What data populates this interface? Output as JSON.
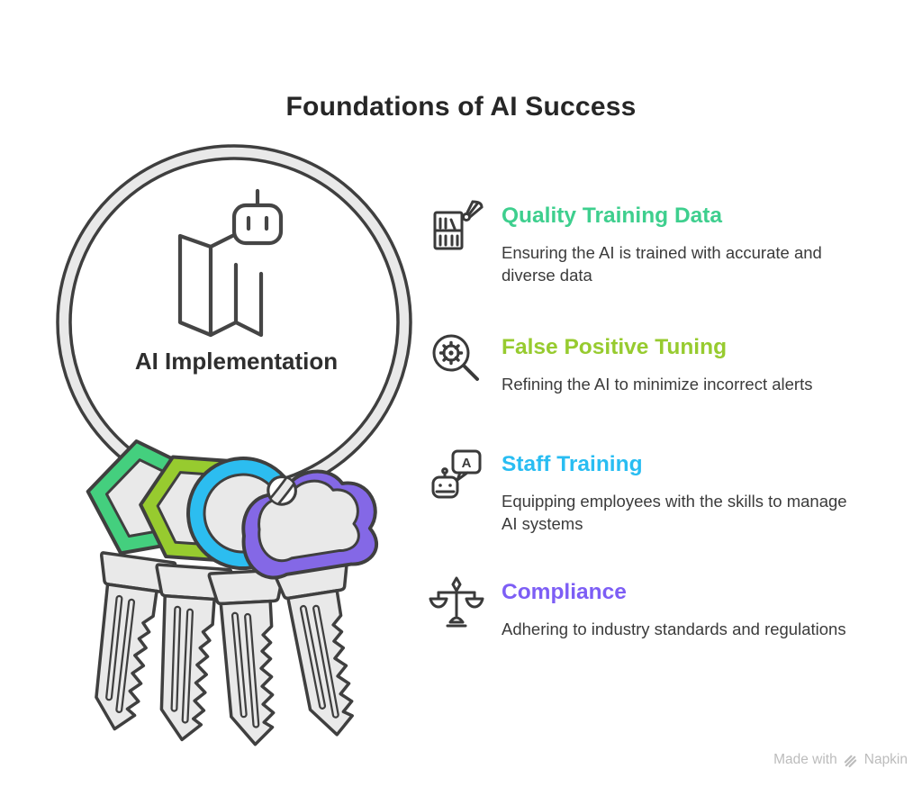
{
  "title": "Foundations of AI Success",
  "hub": {
    "label": "AI Implementation"
  },
  "items": [
    {
      "label": "Quality Training Data",
      "description": "Ensuring the AI is trained with accurate and diverse data",
      "color": "#3ecf8e",
      "icon": "bookshelf-duster-icon"
    },
    {
      "label": "False Positive Tuning",
      "description": "Refining the AI to minimize incorrect alerts",
      "color": "#97cb2f",
      "icon": "gear-magnifier-icon"
    },
    {
      "label": "Staff Training",
      "description": "Equipping employees with the skills to manage AI systems",
      "color": "#29bdf2",
      "icon": "robot-chat-icon"
    },
    {
      "label": "Compliance",
      "description": "Adhering to industry standards and regulations",
      "color": "#7d5ef5",
      "icon": "scales-icon"
    }
  ],
  "key_colors": {
    "pentagon": "#44cf7e",
    "hexagon": "#97cb2f",
    "circle": "#2cbdf0",
    "cloud": "#8468e6"
  },
  "watermark": {
    "text": "Made with",
    "brand": "Napkin"
  }
}
